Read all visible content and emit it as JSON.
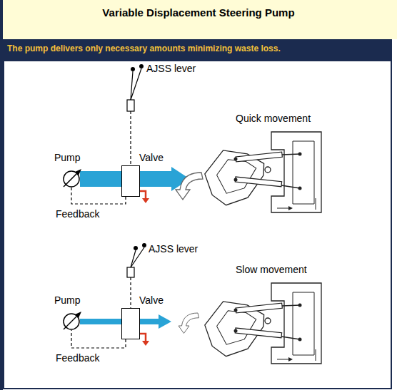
{
  "diagram": {
    "title": "Variable Displacement Steering Pump",
    "nodes": [
      {
        "text": [
          "The pump delivers only necessary amounts minimizing waste loss."
        ]
      },
      {
        "text": [
          "Pump"
        ]
      },
      {
        "text": [
          "Valve"
        ]
      },
      {
        "text": [
          "Pump"
        ]
      },
      {
        "text": [
          "Valve"
        ]
      }
    ],
    "edges": [
      {
        "from": 1,
        "to": 2,
        "arrow": "none"
      },
      {
        "from": 2,
        "to": 1,
        "arrow": "none"
      },
      {
        "from": 3,
        "to": 4,
        "arrow": "none"
      },
      {
        "from": 4,
        "to": 3,
        "arrow": "none"
      }
    ],
    "labels": [
      "AJSS lever",
      "Quick movement",
      "Feedback",
      "AJSS lever",
      "Slow movement",
      "Feedback"
    ]
  }
}
